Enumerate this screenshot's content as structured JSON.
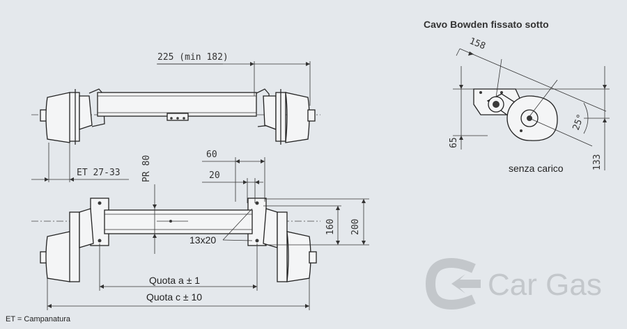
{
  "top_view": {
    "dim_225": "225 (min 182)",
    "dim_et": "ET 27-33"
  },
  "front_view": {
    "dim_pr": "PR 80",
    "dim_60": "60",
    "dim_20": "20",
    "dim_160": "160",
    "dim_200": "200",
    "dim_13x20": "13x20",
    "quota_a": "Quota a ± 1",
    "quota_c": "Quota c ± 10"
  },
  "side_view": {
    "title": "Cavo Bowden fissato sotto",
    "dim_158": "158",
    "dim_25": "25°",
    "dim_65": "65",
    "dim_133": "133",
    "label_unloaded": "senza carico"
  },
  "footnote": "ET = Campanatura",
  "logo": {
    "brand": "CarGas",
    "icon": "cargas-logo-icon",
    "color": "#c3c7cb"
  }
}
